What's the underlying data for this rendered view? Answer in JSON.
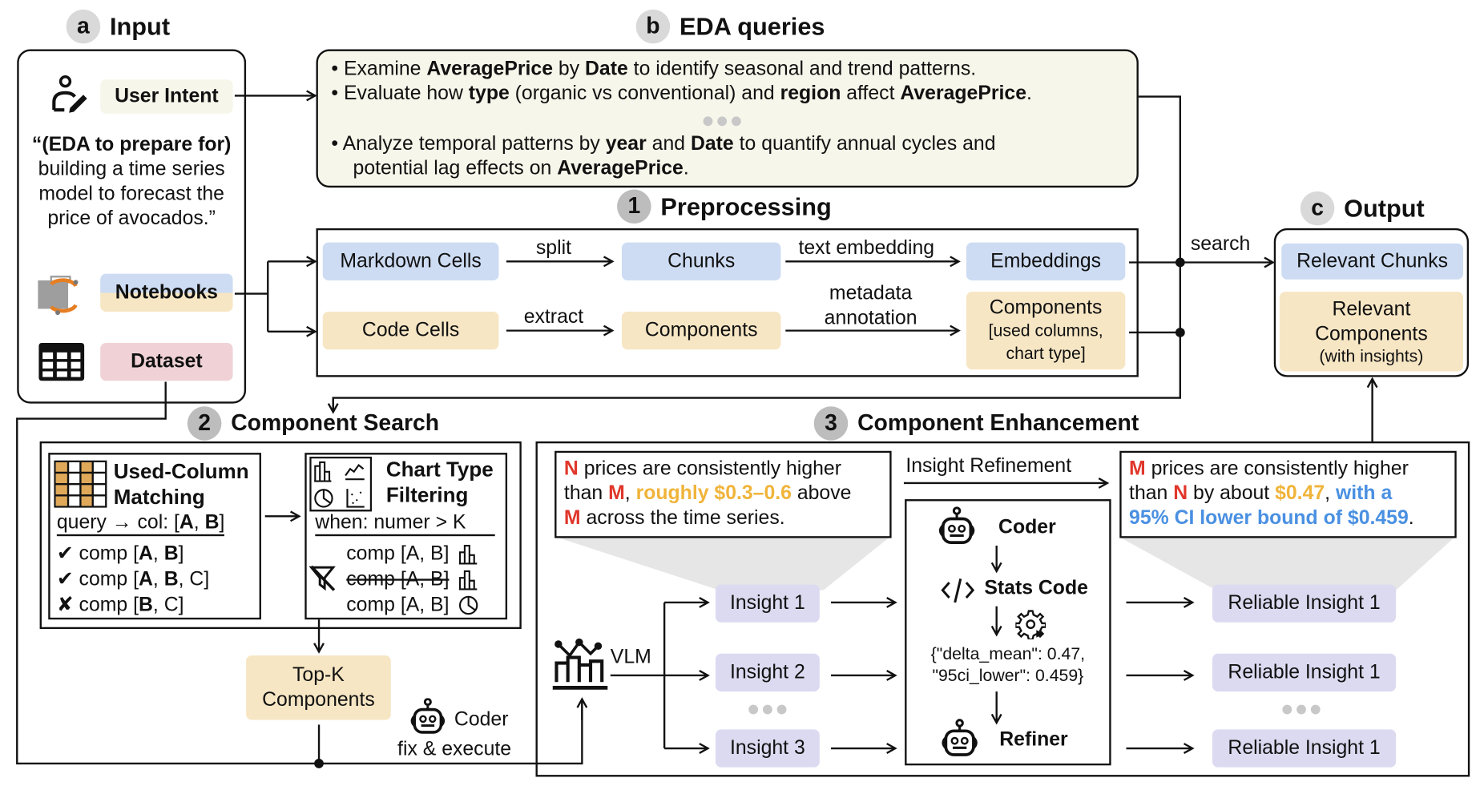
{
  "sections": {
    "input": {
      "badge": "a",
      "title": "Input"
    },
    "eda": {
      "badge": "b",
      "title": "EDA queries"
    },
    "output": {
      "badge": "c",
      "title": "Output"
    },
    "preprocessing": {
      "badge": "1",
      "title": "Preprocessing"
    },
    "component_search": {
      "badge": "2",
      "title": "Component Search"
    },
    "component_enhancement": {
      "badge": "3",
      "title": "Component Enhancement"
    }
  },
  "input": {
    "user_intent": "User Intent",
    "quote_bold": "“(EDA to prepare for)",
    "quote_rest": [
      "building a time series",
      "model to forecast the",
      "price of avocados.”"
    ],
    "notebooks": "Notebooks",
    "dataset": "Dataset"
  },
  "eda_queries": [
    {
      "parts": [
        [
          "Examine ",
          false
        ],
        [
          "AveragePrice",
          true
        ],
        [
          " by ",
          false
        ],
        [
          "Date",
          true
        ],
        [
          " to identify seasonal and trend patterns.",
          false
        ]
      ]
    },
    {
      "parts": [
        [
          "Evaluate how ",
          false
        ],
        [
          "type",
          true
        ],
        [
          " (organic vs conventional) and ",
          false
        ],
        [
          "region",
          true
        ],
        [
          " affect ",
          false
        ],
        [
          "AveragePrice",
          true
        ],
        [
          ".",
          false
        ]
      ]
    },
    {
      "parts": [
        [
          "Analyze temporal patterns by ",
          false
        ],
        [
          "year",
          true
        ],
        [
          " and ",
          false
        ],
        [
          "Date",
          true
        ],
        [
          " to quantify annual cycles and",
          false
        ]
      ]
    },
    {
      "parts": [
        [
          "potential lag effects on ",
          false
        ],
        [
          "AveragePrice",
          true
        ],
        [
          ".",
          false
        ]
      ]
    }
  ],
  "preprocessing": {
    "markdown_cells": "Markdown Cells",
    "split": "split",
    "chunks": "Chunks",
    "text_embedding": "text embedding",
    "embeddings": "Embeddings",
    "code_cells": "Code Cells",
    "extract": "extract",
    "components": "Components",
    "metadata": "metadata",
    "annotation": "annotation",
    "components_meta": [
      "Components",
      "[used columns,",
      "chart type]"
    ]
  },
  "search_label": "search",
  "output": {
    "relevant_chunks": "Relevant Chunks",
    "relevant_components": [
      "Relevant",
      "Components",
      "(with insights)"
    ]
  },
  "component_search": {
    "used_column_title": [
      "Used-Column",
      "Matching"
    ],
    "query_line": [
      "query",
      " → col: [",
      "A",
      ", ",
      "B",
      "]"
    ],
    "matches": [
      {
        "status": "check",
        "text_a": "comp [",
        "bold": [
          "A",
          "B"
        ],
        "extra": "]"
      },
      {
        "status": "check",
        "text_a": "comp [",
        "bold": [
          "A",
          "B"
        ],
        "extra": ", C]"
      },
      {
        "status": "cross",
        "text_a": "comp [",
        "bold": [
          "B"
        ],
        "extra": ", C]"
      }
    ],
    "chart_type_title": [
      "Chart Type",
      "Filtering"
    ],
    "condition": "when: numer > K",
    "filtered": [
      {
        "text": "comp [A, B]",
        "chart": "bar",
        "removed": false
      },
      {
        "text": "comp [A, B]",
        "chart": "bar",
        "removed": true
      },
      {
        "text": "comp [A, B]",
        "chart": "pie",
        "removed": false
      }
    ],
    "topk": [
      "Top-K",
      "Components"
    ],
    "coder": "Coder",
    "fix_execute": "fix & execute"
  },
  "enhancement": {
    "vlm": "VLM",
    "insights": [
      "Insight 1",
      "Insight 2",
      "Insight 3"
    ],
    "insight_refinement": "Insight Refinement",
    "coder": "Coder",
    "stats_code": "Stats Code",
    "stats_result": [
      "{\"delta_mean\": 0.47,",
      "\"95ci_lower\": 0.459}"
    ],
    "refiner": "Refiner",
    "reliable_insights": [
      "Reliable Insight 1",
      "Reliable Insight 1",
      "Reliable Insight 1"
    ],
    "before_callout": {
      "l1_red": "N",
      "l1": " prices are consistently higher",
      "l2a": "than ",
      "l2_red": "M",
      "l2b": ", ",
      "l2_gold": "roughly $0.3–0.6",
      "l2c": " above",
      "l3_red": "M",
      "l3": " across the time series."
    },
    "after_callout": {
      "l1_red": "M",
      "l1": " prices are consistently higher",
      "l2a": "than ",
      "l2_red": "N",
      "l2b": " by about ",
      "l2_gold": "$0.47",
      "l2c": ", ",
      "l2_blue": "with a",
      "l3_blue": "95% CI lower bound of $0.459",
      "l3": "."
    }
  },
  "colors": {
    "blue": "#cddcf3",
    "yellow": "#f7e6c4",
    "pink": "#f0d2d6",
    "lavender": "#dcdaf0",
    "red": "#e0362b",
    "gold": "#f0b43a",
    "sky": "#4a90e2"
  }
}
